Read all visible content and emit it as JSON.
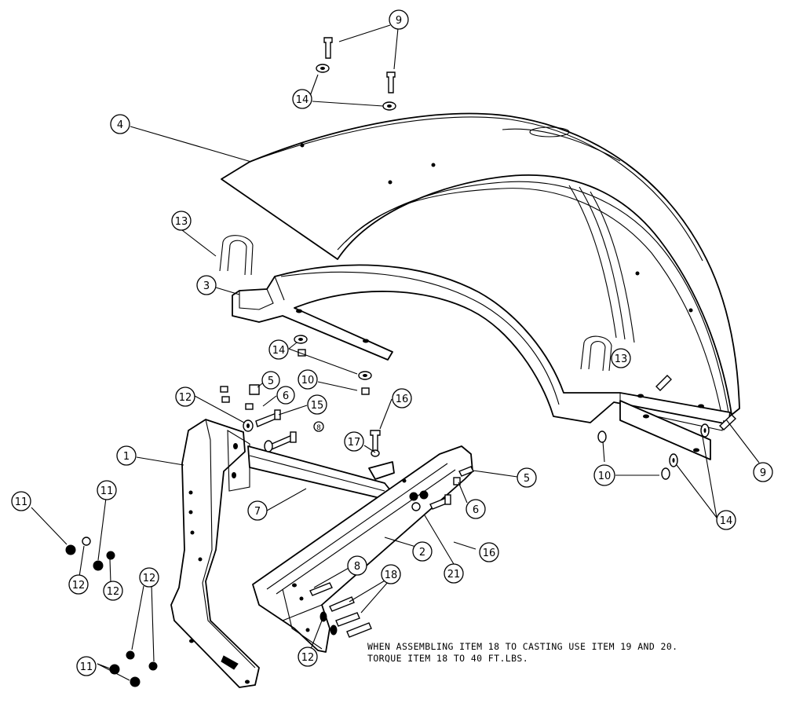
{
  "callouts": {
    "c1": "1",
    "c2": "2",
    "c3": "3",
    "c4": "4",
    "c5a": "5",
    "c5b": "5",
    "c6a": "6",
    "c6b": "6",
    "c7": "7",
    "c8a": "8",
    "c8b": "8",
    "c9a": "9",
    "c9b": "9",
    "c10a": "10",
    "c10b": "10",
    "c11a": "11",
    "c11b": "11",
    "c11c": "11",
    "c12a": "12",
    "c12b": "12",
    "c12c": "12",
    "c12d": "12",
    "c12e": "12",
    "c13a": "13",
    "c13b": "13",
    "c14a": "14",
    "c14b": "14",
    "c14c": "14",
    "c15": "15",
    "c16a": "16",
    "c16b": "16",
    "c17": "17",
    "c18": "18",
    "c21": "21"
  },
  "note": {
    "line1": "WHEN ASSEMBLING ITEM 18 TO CASTING USE ITEM 19 AND 20.",
    "line2": "TORQUE ITEM 18 TO 40 FT.LBS."
  }
}
